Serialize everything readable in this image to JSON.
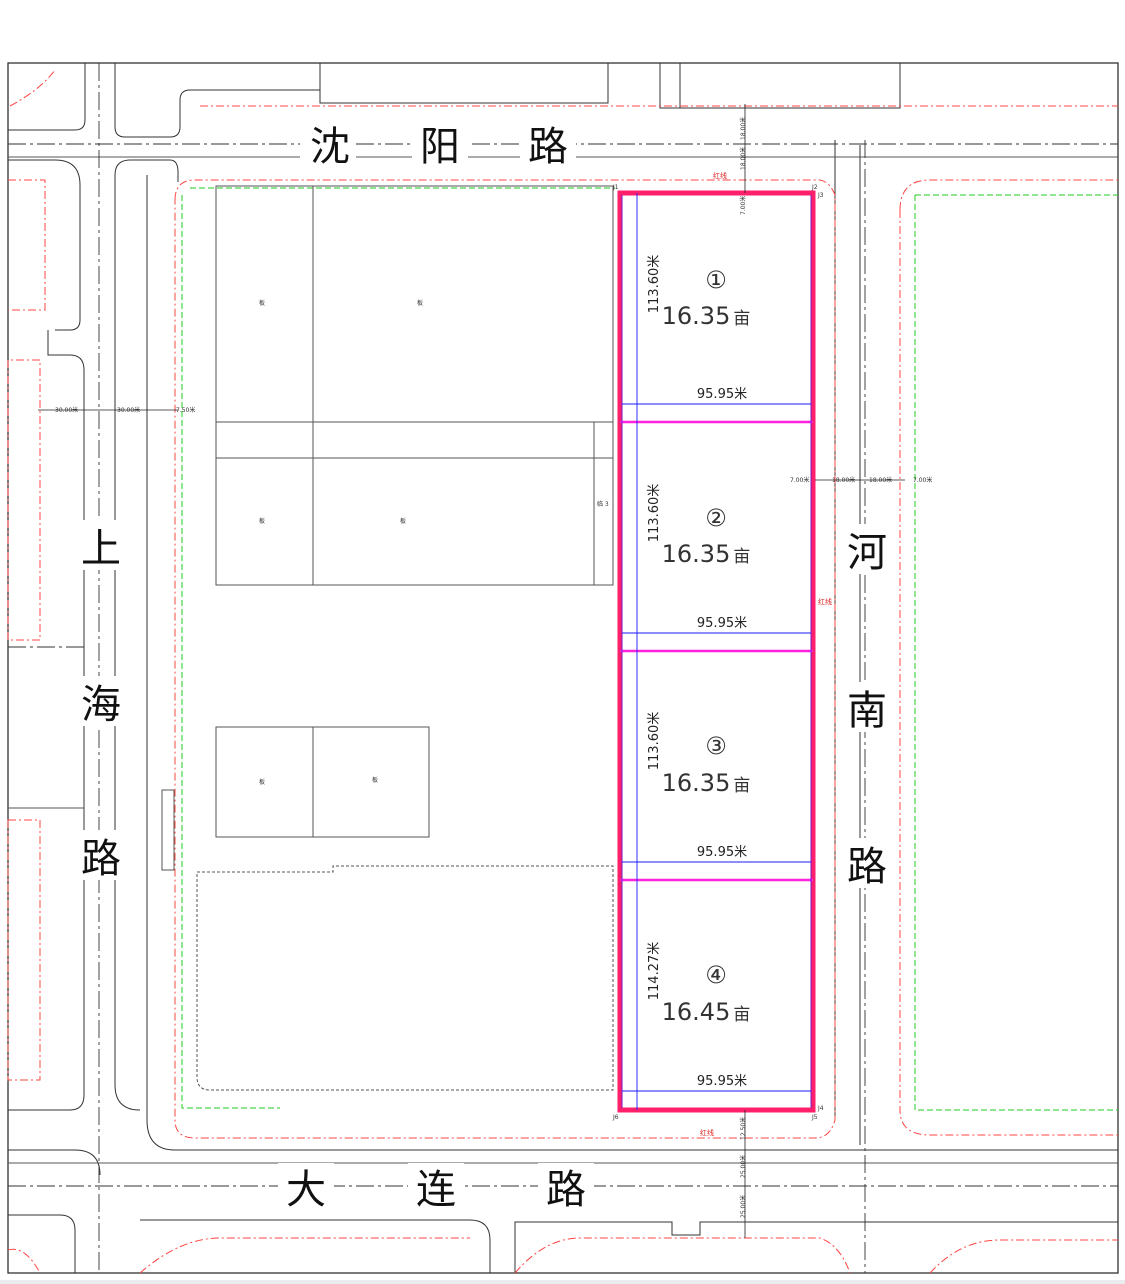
{
  "roads": {
    "north": {
      "chars": [
        "沈",
        "阳",
        "路"
      ]
    },
    "south": {
      "chars": [
        "大",
        "连",
        "路"
      ]
    },
    "west": {
      "chars": [
        "上",
        "海",
        "路"
      ]
    },
    "east": {
      "chars": [
        "河",
        "南",
        "路"
      ]
    }
  },
  "parcels": [
    {
      "number": "①",
      "area_value": "16.35",
      "area_unit": "亩",
      "height_label": "113.60米",
      "width_label": "95.95米"
    },
    {
      "number": "②",
      "area_value": "16.35",
      "area_unit": "亩",
      "height_label": "113.60米",
      "width_label": "95.95米"
    },
    {
      "number": "③",
      "area_value": "16.35",
      "area_unit": "亩",
      "height_label": "113.60米",
      "width_label": "95.95米"
    },
    {
      "number": "④",
      "area_value": "16.45",
      "area_unit": "亩",
      "height_label": "114.27米",
      "width_label": "95.95米"
    }
  ],
  "west_road_dims": [
    "30.00米",
    "30.00米",
    "7.50米"
  ],
  "east_road_dims": [
    "7.00米",
    "18.00米",
    "18.00米",
    "7.00米"
  ],
  "north_road_dims": [
    "7.00米",
    "18.00米",
    "18.00米"
  ],
  "south_road_dims": [
    "12.50米",
    "25.00米",
    "25.00米"
  ],
  "red_line_labels": [
    "红线",
    "红线",
    "红线"
  ],
  "corner_labels": [
    "J1",
    "J2",
    "J3",
    "J4",
    "J5",
    "J6"
  ],
  "building_label": "板",
  "block_label": "临 3",
  "colors": {
    "parcel_outline": "#ff1f6b",
    "parcel_divider": "#ff22dd",
    "dimension": "#1a1aff",
    "red_line": "#ff4444",
    "green_line": "#22cc22",
    "road_line": "#444444"
  }
}
